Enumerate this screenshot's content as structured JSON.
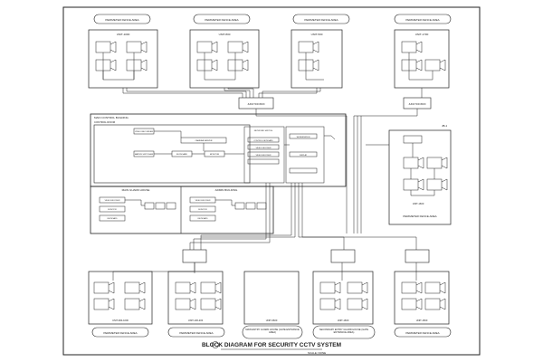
{
  "title": "BLOCK DIAGRAM FOR SECURITY CCTV SYSTEM",
  "scale": "SCALE: NONE",
  "colors": {
    "ink": "#222222",
    "paper": "#ffffff"
  },
  "top_areas": [
    "PERIMETER FENCE AREA",
    "PERIMETER FENCE AREA",
    "PERIMETER FENCE AREA",
    "PERIMETER FENCE AREA"
  ],
  "top_units": [
    "UNIT-1000",
    "UNIT-800",
    "UNIT-500",
    "UNIT-1700"
  ],
  "junction_labels": [
    "JUNCTION BOX",
    "JUNCTION BOX"
  ],
  "control": {
    "title": "MAIN CONTROL BUILDING",
    "room": "CONTROL ROOM",
    "blocks": [
      "VIDEO RECORDER",
      "CAMERA SERVER",
      "MATRIX SWITCHER",
      "KEYBOARD",
      "MONITOR",
      "NETWORK SWITCH",
      "CONTROL KEYBOARD",
      "VIDEO DECODER",
      "VIDEO ENCODER",
      "WORKSTATION",
      "DISPLAY"
    ]
  },
  "guard_houses": [
    {
      "title": "MAIN GUARD HOUSE",
      "items": [
        "VIDEO ENCODER",
        "MONITOR",
        "KEYBOARD"
      ]
    },
    {
      "title": "ADMIN BUILDING",
      "items": [
        "VIDEO ENCODER",
        "MONITOR",
        "KEYBOARD"
      ]
    }
  ],
  "right_unit": {
    "tag": "JB-1",
    "unit": "UNIT-1600",
    "area": "PERIMETER FENCE AREA"
  },
  "bottom_units": [
    "UNIT-900-1000",
    "UNIT-100-200",
    "UNIT-0600",
    "UNIT-1600",
    "UNIT-1500"
  ],
  "bottom_areas": [
    "PERIMETER FENCE AREA",
    "PERIMETER FENCE AREA",
    "MAIN ENTRY GUARD HOUSE (GATE ENTRANCE AREA)",
    "SECONDARY ENTRY GUARD HOUSE (GATE ENTRANCE AREA)",
    "PERIMETER FENCE AREA"
  ]
}
